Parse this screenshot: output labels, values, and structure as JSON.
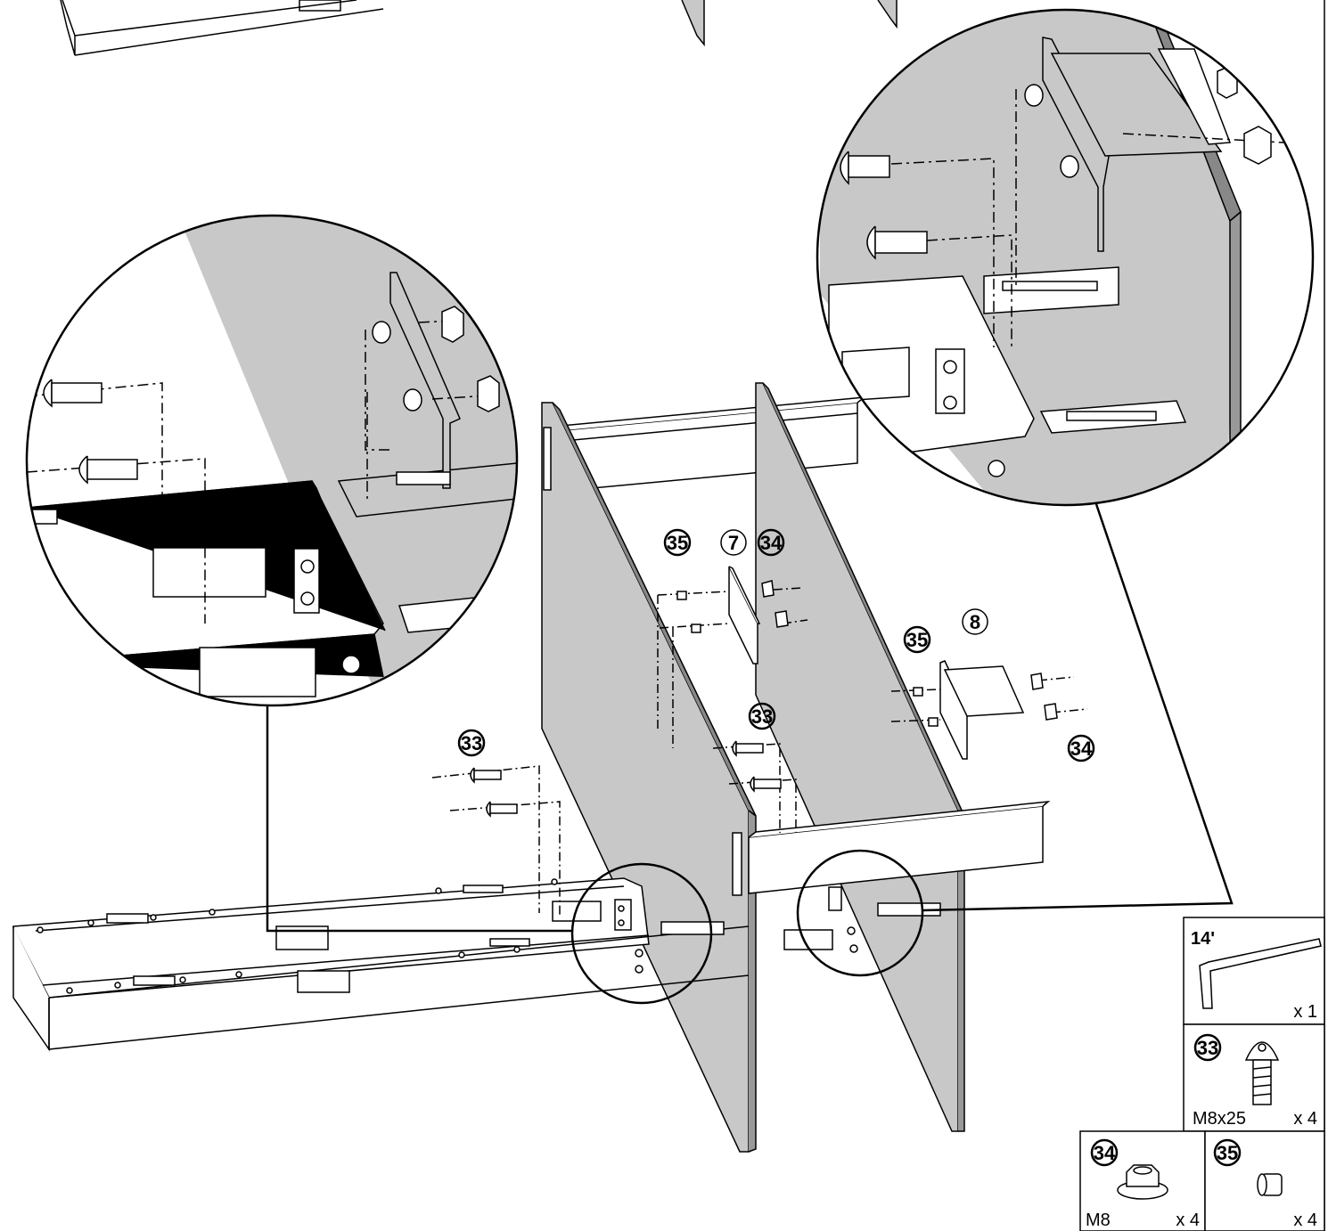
{
  "callouts": {
    "c35_top": "35",
    "c7": "7",
    "c34_top": "34",
    "c8": "8",
    "c35_right": "35",
    "c33_mid": "33",
    "c34_right": "34",
    "c33_left": "33"
  },
  "parts": {
    "tool": {
      "label": "14'",
      "qty": "x 1"
    },
    "p33": {
      "num": "33",
      "spec": "M8x25",
      "qty": "x 4"
    },
    "p34": {
      "num": "34",
      "spec": "M8",
      "qty": "x 4"
    },
    "p35": {
      "num": "35",
      "qty": "x 4"
    }
  },
  "colors": {
    "panel": "#c8c8c8",
    "line": "#000000",
    "bg": "#ffffff"
  }
}
